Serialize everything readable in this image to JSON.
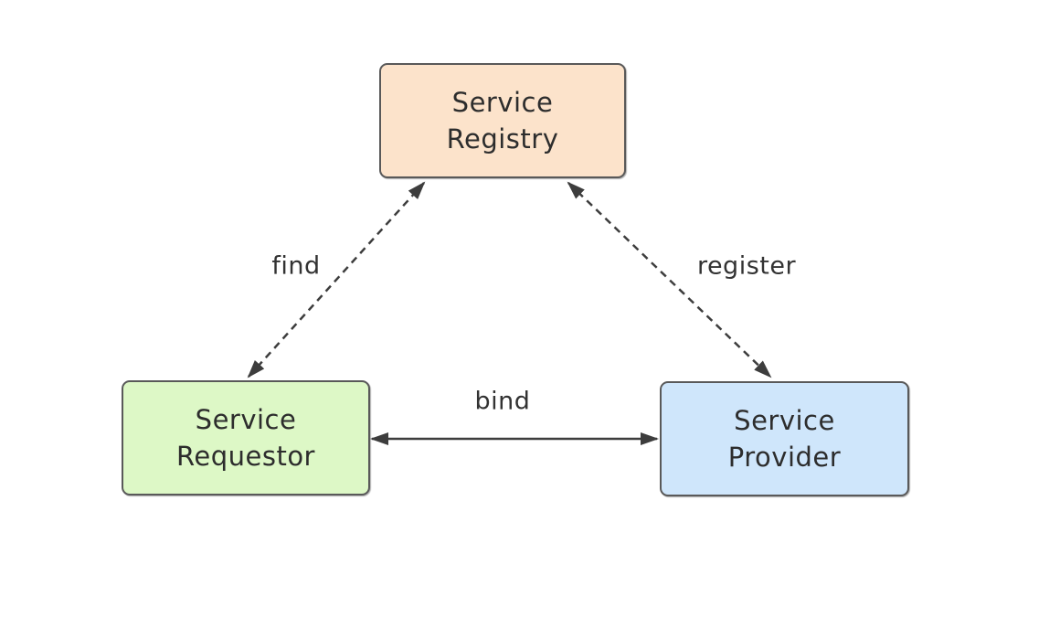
{
  "diagram": {
    "nodes": {
      "registry": {
        "line1": "Service",
        "line2": "Registry",
        "fill": "#fce3cb"
      },
      "requestor": {
        "line1": "Service",
        "line2": "Requestor",
        "fill": "#ddf8c6"
      },
      "provider": {
        "line1": "Service",
        "line2": "Provider",
        "fill": "#cfe6fb"
      }
    },
    "edges": {
      "find": {
        "label": "find",
        "style": "dashed",
        "direction": "bidirectional",
        "from": "requestor",
        "to": "registry"
      },
      "register": {
        "label": "register",
        "style": "dashed",
        "direction": "bidirectional",
        "from": "provider",
        "to": "registry"
      },
      "bind": {
        "label": "bind",
        "style": "solid",
        "direction": "bidirectional",
        "from": "requestor",
        "to": "provider"
      }
    },
    "colors": {
      "background": "#ffffff",
      "node_border": "#595959",
      "arrow": "#3d3d3d",
      "text": "#2d2d2d"
    }
  }
}
